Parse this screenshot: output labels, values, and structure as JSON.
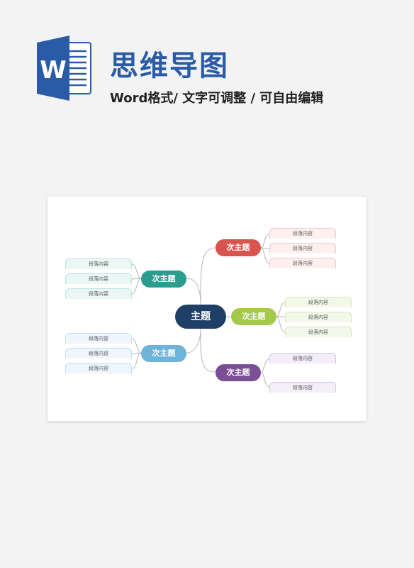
{
  "header": {
    "title": "思维导图",
    "subtitle": "Word格式/ 文字可调整 / 可自由编辑",
    "logo_letter": "W",
    "logo_color": "#2a5ba6"
  },
  "mindmap": {
    "center": {
      "label": "主题",
      "color": "#1f3f67"
    },
    "branches": [
      {
        "id": "right-top",
        "label": "次主题",
        "color": "#d9544e",
        "leaf_bg": "#fdf0ef",
        "leaf_border": "#f2c9c6",
        "leaves": [
          "段落内容",
          "段落内容",
          "段落内容"
        ]
      },
      {
        "id": "right-mid",
        "label": "次主题",
        "color": "#a4c84a",
        "leaf_bg": "#f3f8ea",
        "leaf_border": "#d6e6b8",
        "leaves": [
          "段落内容",
          "段落内容",
          "段落内容"
        ]
      },
      {
        "id": "right-bottom",
        "label": "次主题",
        "color": "#7b4f95",
        "leaf_bg": "#f4eef7",
        "leaf_border": "#d8c8e2",
        "leaves": [
          "段落内容",
          "段落内容"
        ]
      },
      {
        "id": "left-top",
        "label": "次主题",
        "color": "#2b9d8f",
        "leaf_bg": "#eaf7f5",
        "leaf_border": "#bfe3de",
        "leaves": [
          "段落内容",
          "段落内容",
          "段落内容"
        ]
      },
      {
        "id": "left-bottom",
        "label": "次主题",
        "color": "#6eb3d8",
        "leaf_bg": "#eef6fb",
        "leaf_border": "#c6e0ef",
        "leaves": [
          "段落内容",
          "段落内容",
          "段落内容"
        ]
      }
    ]
  }
}
